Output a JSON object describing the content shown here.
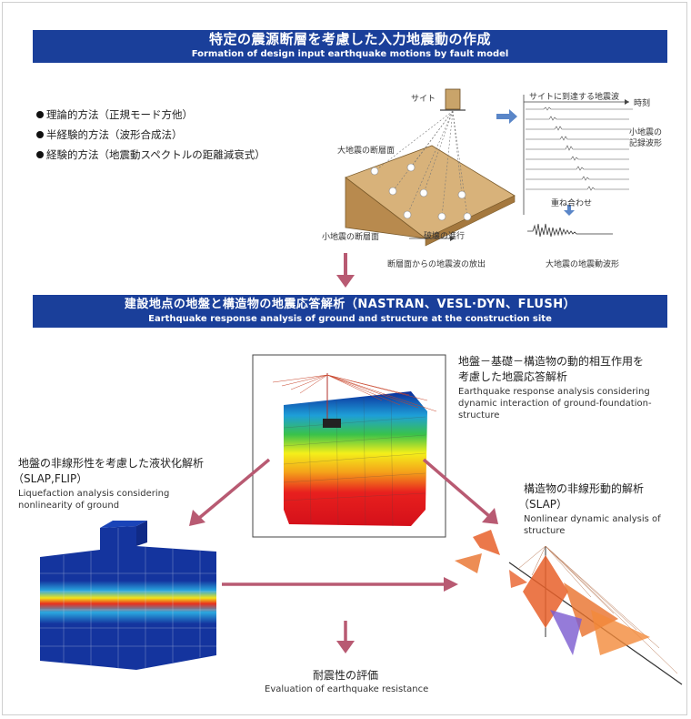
{
  "section1": {
    "title_jp": "特定の震源断層を考慮した入力地震動の作成",
    "title_en": "Formation of design input earthquake motions by fault model"
  },
  "methods": [
    "理論的方法（正規モード方他）",
    "半経験的方法（波形合成法）",
    "経験的方法（地震動スペクトルの距離減衰式）"
  ],
  "fault_figure": {
    "site": "サイト",
    "large_fault": "大地震の断層面",
    "small_fault": "小地震の断層面",
    "rupture": "破壊の進行",
    "caption": "断層面からの地震波の放出"
  },
  "wave_figure": {
    "arriving": "サイトに到達する地震波",
    "time": "時刻",
    "record_line1": "小地震の",
    "record_line2": "記録波形",
    "superpose": "重ね合わせ",
    "caption": "大地震の地震動波形"
  },
  "section2": {
    "title_jp": "建設地点の地盤と構造物の地震応答解析（NASTRAN、VESL·DYN、FLUSH）",
    "title_en": "Earthquake response analysis of ground and structure at the construction site"
  },
  "interaction": {
    "jp_line1": "地盤－基礎－構造物の動的相互作用を",
    "jp_line2": "考慮した地震応答解析",
    "en_line1": "Earthquake response analysis  considering",
    "en_line2": "dynamic interaction of ground-foundation-",
    "en_line3": "structure"
  },
  "liquefaction": {
    "jp": "地盤の非線形性を考慮した液状化解析",
    "code": "（SLAP,FLIP）",
    "en_line1": "Liquefaction analysis considering",
    "en_line2": "nonlinearity of ground"
  },
  "nonlinear": {
    "jp": "構造物の非線形動的解析",
    "code": "（SLAP）",
    "en_line1": "Nonlinear dynamic analysis of",
    "en_line2": "structure"
  },
  "evaluation": {
    "jp": "耐震性の評価",
    "en": "Evaluation of earthquake resistance"
  },
  "colors": {
    "banner": "#1a3f9a",
    "arrow": "#b85a72",
    "blue_arrow": "#5a86c8"
  }
}
